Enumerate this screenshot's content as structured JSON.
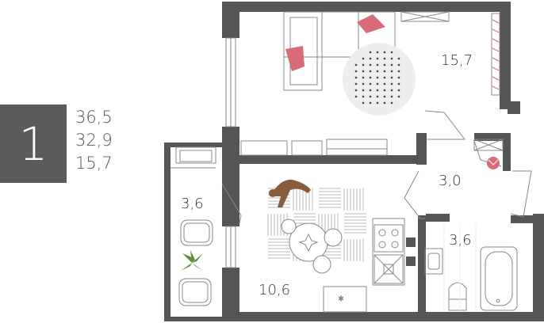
{
  "badge": {
    "rooms": "1"
  },
  "areas": {
    "total": "36,5",
    "living": "32,9",
    "room": "15,7"
  },
  "rooms": [
    {
      "id": "bedroom",
      "area": "15,7"
    },
    {
      "id": "balcony",
      "area": "3,6"
    },
    {
      "id": "hall",
      "area": "3,0"
    },
    {
      "id": "bathroom",
      "area": "3,6"
    },
    {
      "id": "kitchen",
      "area": "10,6"
    }
  ],
  "colors": {
    "wall": "#555555",
    "badge": "#5b5b5b",
    "accent": "#d86b78",
    "rug": "#eeeeee",
    "furniture_line": "#888888"
  }
}
